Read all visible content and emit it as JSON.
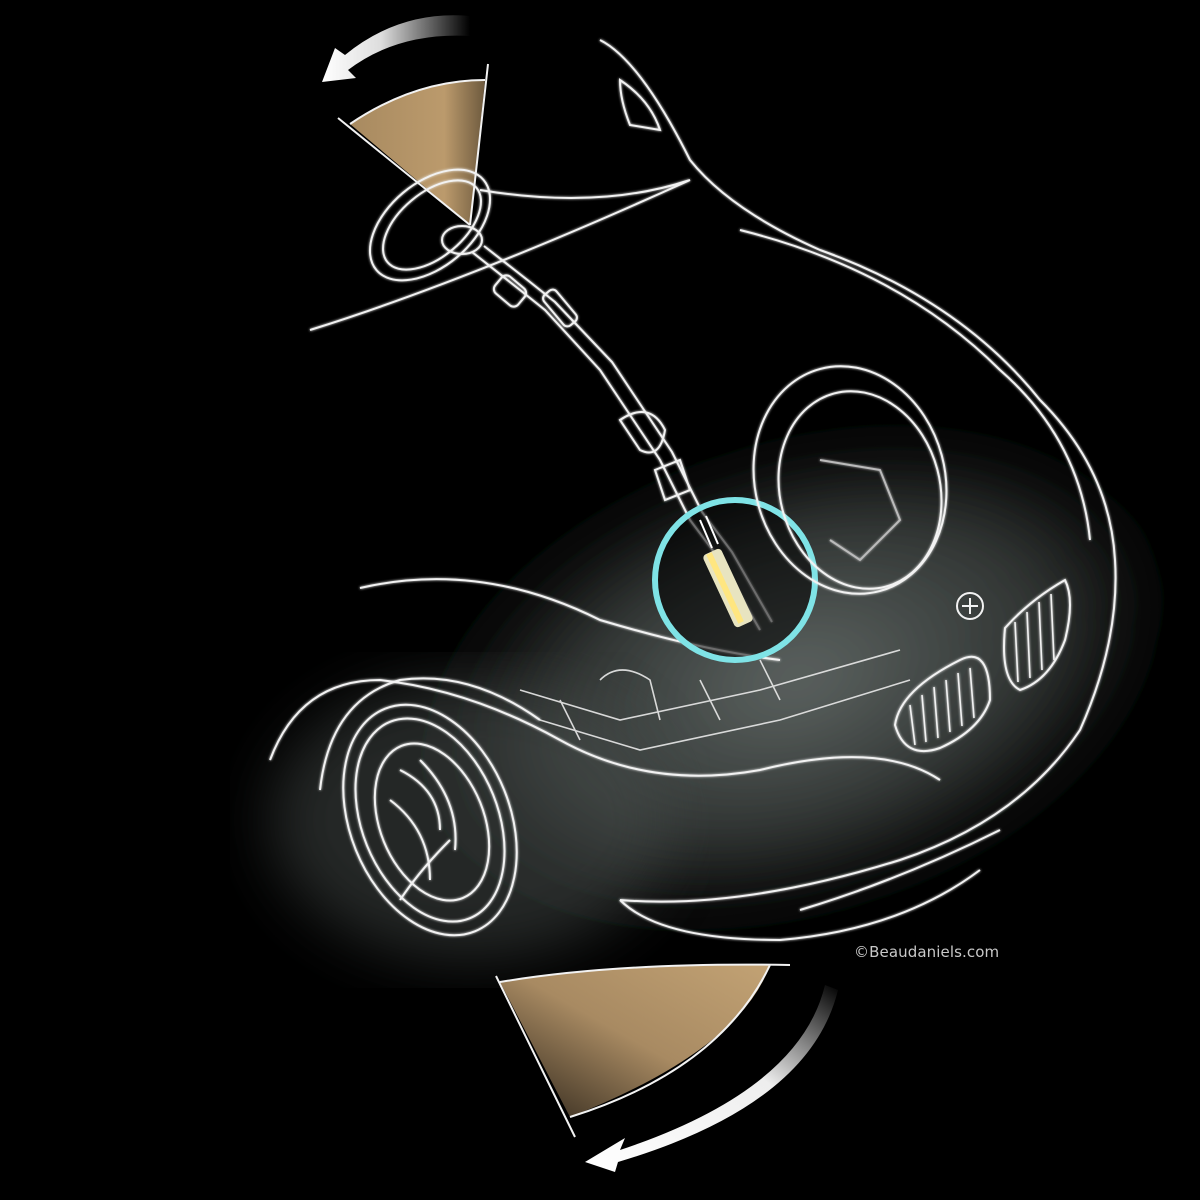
{
  "illustration": {
    "subject": "car steering system cutaway",
    "credit": "©Beaudaniels.com",
    "colors": {
      "background": "#000000",
      "line": "#f2f2f2",
      "sector_fill": "#b8976a",
      "highlight_ring": "#7fe3e6",
      "body_glow": "#5a625f"
    },
    "elements": [
      {
        "name": "steering-wheel-rotation-arrow",
        "direction": "counter-clockwise"
      },
      {
        "name": "steering-wheel-angle-sector"
      },
      {
        "name": "steering-wheel"
      },
      {
        "name": "steering-column"
      },
      {
        "name": "steering-rack-highlight-circle"
      },
      {
        "name": "front-right-wheel"
      },
      {
        "name": "front-left-wheel"
      },
      {
        "name": "kidney-grille"
      },
      {
        "name": "wheel-angle-sector"
      },
      {
        "name": "wheel-rotation-arrow",
        "direction": "clockwise"
      }
    ]
  }
}
